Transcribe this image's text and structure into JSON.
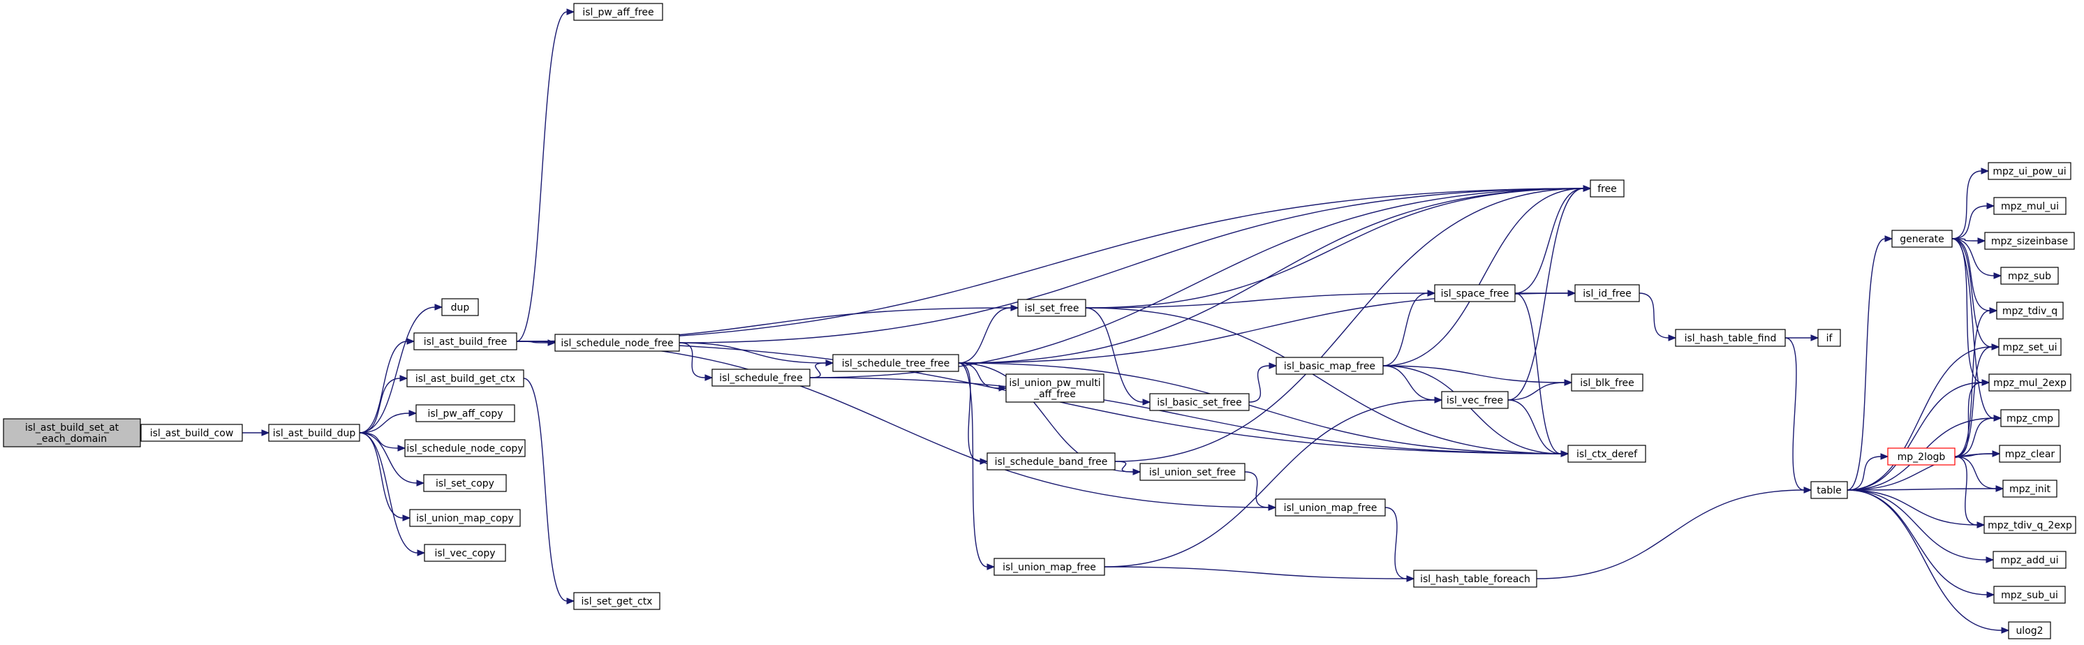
{
  "colors": {
    "edge": "#191970",
    "root_fill": "#bfbfbf",
    "node_border": "#000000",
    "truncated_border": "#ff0000"
  },
  "nodes": [
    {
      "id": "root",
      "label": [
        "isl_ast_build_set_at",
        "_each_domain"
      ],
      "style": "root"
    },
    {
      "id": "cow",
      "label": [
        "isl_ast_build_cow"
      ]
    },
    {
      "id": "dup",
      "label": [
        "isl_ast_build_dup"
      ]
    },
    {
      "id": "dupf",
      "label": [
        "dup"
      ]
    },
    {
      "id": "abfree",
      "label": [
        "isl_ast_build_free"
      ]
    },
    {
      "id": "getctx",
      "label": [
        "isl_ast_build_get_ctx"
      ]
    },
    {
      "id": "pwaffcopy",
      "label": [
        "isl_pw_aff_copy"
      ]
    },
    {
      "id": "snodecopy",
      "label": [
        "isl_schedule_node_copy"
      ]
    },
    {
      "id": "setcopy",
      "label": [
        "isl_set_copy"
      ]
    },
    {
      "id": "umapcopy",
      "label": [
        "isl_union_map_copy"
      ]
    },
    {
      "id": "veccopy",
      "label": [
        "isl_vec_copy"
      ]
    },
    {
      "id": "pwafffree",
      "label": [
        "isl_pw_aff_free"
      ]
    },
    {
      "id": "setgetctx",
      "label": [
        "isl_set_get_ctx"
      ]
    },
    {
      "id": "snodefree",
      "label": [
        "isl_schedule_node_free"
      ]
    },
    {
      "id": "schedfree",
      "label": [
        "isl_schedule_free"
      ]
    },
    {
      "id": "stfree",
      "label": [
        "isl_schedule_tree_free"
      ]
    },
    {
      "id": "setfree",
      "label": [
        "isl_set_free"
      ]
    },
    {
      "id": "upmafree",
      "label": [
        "isl_union_pw_multi",
        "_aff_free"
      ]
    },
    {
      "id": "bandfree",
      "label": [
        "isl_schedule_band_free"
      ]
    },
    {
      "id": "usetfree",
      "label": [
        "isl_union_set_free"
      ]
    },
    {
      "id": "umapfree1",
      "label": [
        "isl_union_map_free"
      ]
    },
    {
      "id": "umapfree2",
      "label": [
        "isl_union_map_free"
      ]
    },
    {
      "id": "bsetfree",
      "label": [
        "isl_basic_set_free"
      ]
    },
    {
      "id": "bmapfree",
      "label": [
        "isl_basic_map_free"
      ]
    },
    {
      "id": "free",
      "label": [
        "free"
      ]
    },
    {
      "id": "spacefree",
      "label": [
        "isl_space_free"
      ]
    },
    {
      "id": "idfree",
      "label": [
        "isl_id_free"
      ]
    },
    {
      "id": "blkfree",
      "label": [
        "isl_blk_free"
      ]
    },
    {
      "id": "vecfree",
      "label": [
        "isl_vec_free"
      ]
    },
    {
      "id": "ctxderef",
      "label": [
        "isl_ctx_deref"
      ]
    },
    {
      "id": "htforeach",
      "label": [
        "isl_hash_table_foreach"
      ]
    },
    {
      "id": "htfind",
      "label": [
        "isl_hash_table_find"
      ]
    },
    {
      "id": "iff",
      "label": [
        "if"
      ]
    },
    {
      "id": "table",
      "label": [
        "table"
      ]
    },
    {
      "id": "generate",
      "label": [
        "generate"
      ]
    },
    {
      "id": "mp2logb",
      "label": [
        "mp_2logb"
      ],
      "style": "red"
    },
    {
      "id": "powui",
      "label": [
        "mpz_ui_pow_ui"
      ]
    },
    {
      "id": "mului",
      "label": [
        "mpz_mul_ui"
      ]
    },
    {
      "id": "sizeinbase",
      "label": [
        "mpz_sizeinbase"
      ]
    },
    {
      "id": "sub",
      "label": [
        "mpz_sub"
      ]
    },
    {
      "id": "tdivq",
      "label": [
        "mpz_tdiv_q"
      ]
    },
    {
      "id": "setui",
      "label": [
        "mpz_set_ui"
      ]
    },
    {
      "id": "mul2exp",
      "label": [
        "mpz_mul_2exp"
      ]
    },
    {
      "id": "cmp",
      "label": [
        "mpz_cmp"
      ]
    },
    {
      "id": "clear",
      "label": [
        "mpz_clear"
      ]
    },
    {
      "id": "init",
      "label": [
        "mpz_init"
      ]
    },
    {
      "id": "tdivq2exp",
      "label": [
        "mpz_tdiv_q_2exp"
      ]
    },
    {
      "id": "addui",
      "label": [
        "mpz_add_ui"
      ]
    },
    {
      "id": "subui",
      "label": [
        "mpz_sub_ui"
      ]
    },
    {
      "id": "ulog2",
      "label": [
        "ulog2"
      ]
    }
  ],
  "edges": [
    [
      "root",
      "cow"
    ],
    [
      "cow",
      "dup"
    ],
    [
      "dup",
      "dupf"
    ],
    [
      "dup",
      "abfree"
    ],
    [
      "dup",
      "getctx"
    ],
    [
      "dup",
      "pwaffcopy"
    ],
    [
      "dup",
      "snodecopy"
    ],
    [
      "dup",
      "setcopy"
    ],
    [
      "dup",
      "umapcopy"
    ],
    [
      "dup",
      "veccopy"
    ],
    [
      "abfree",
      "pwafffree"
    ],
    [
      "abfree",
      "free"
    ],
    [
      "abfree",
      "snodefree"
    ],
    [
      "abfree",
      "setfree"
    ],
    [
      "abfree",
      "umapfree2"
    ],
    [
      "abfree",
      "ctxderef"
    ],
    [
      "getctx",
      "setgetctx"
    ],
    [
      "snodefree",
      "free"
    ],
    [
      "snodefree",
      "schedfree"
    ],
    [
      "snodefree",
      "stfree"
    ],
    [
      "schedfree",
      "free"
    ],
    [
      "schedfree",
      "stfree"
    ],
    [
      "schedfree",
      "ctxderef"
    ],
    [
      "stfree",
      "free"
    ],
    [
      "stfree",
      "setfree"
    ],
    [
      "stfree",
      "upmafree"
    ],
    [
      "stfree",
      "bandfree"
    ],
    [
      "stfree",
      "usetfree"
    ],
    [
      "stfree",
      "umapfree1"
    ],
    [
      "stfree",
      "idfree"
    ],
    [
      "stfree",
      "ctxderef"
    ],
    [
      "setfree",
      "free"
    ],
    [
      "setfree",
      "bsetfree"
    ],
    [
      "setfree",
      "spacefree"
    ],
    [
      "setfree",
      "ctxderef"
    ],
    [
      "bandfree",
      "free"
    ],
    [
      "bandfree",
      "usetfree"
    ],
    [
      "usetfree",
      "umapfree2"
    ],
    [
      "umapfree2",
      "htforeach"
    ],
    [
      "umapfree1",
      "vecfree"
    ],
    [
      "umapfree1",
      "htforeach"
    ],
    [
      "bsetfree",
      "bmapfree"
    ],
    [
      "bmapfree",
      "free"
    ],
    [
      "bmapfree",
      "spacefree"
    ],
    [
      "bmapfree",
      "vecfree"
    ],
    [
      "bmapfree",
      "blkfree"
    ],
    [
      "bmapfree",
      "ctxderef"
    ],
    [
      "spacefree",
      "free"
    ],
    [
      "spacefree",
      "idfree"
    ],
    [
      "spacefree",
      "ctxderef"
    ],
    [
      "vecfree",
      "free"
    ],
    [
      "vecfree",
      "blkfree"
    ],
    [
      "vecfree",
      "ctxderef"
    ],
    [
      "idfree",
      "htfind"
    ],
    [
      "htfind",
      "iff"
    ],
    [
      "htfind",
      "table"
    ],
    [
      "htforeach",
      "table"
    ],
    [
      "table",
      "generate"
    ],
    [
      "table",
      "setui"
    ],
    [
      "table",
      "mp2logb"
    ],
    [
      "table",
      "mul2exp"
    ],
    [
      "table",
      "cmp"
    ],
    [
      "table",
      "clear"
    ],
    [
      "table",
      "init"
    ],
    [
      "table",
      "tdivq2exp"
    ],
    [
      "table",
      "addui"
    ],
    [
      "table",
      "subui"
    ],
    [
      "table",
      "ulog2"
    ],
    [
      "generate",
      "powui"
    ],
    [
      "generate",
      "mului"
    ],
    [
      "generate",
      "sizeinbase"
    ],
    [
      "generate",
      "sub"
    ],
    [
      "generate",
      "tdivq"
    ],
    [
      "generate",
      "setui"
    ],
    [
      "generate",
      "mul2exp"
    ],
    [
      "generate",
      "cmp"
    ],
    [
      "mp2logb",
      "setui"
    ],
    [
      "mp2logb",
      "mul2exp"
    ],
    [
      "mp2logb",
      "tdivq"
    ],
    [
      "mp2logb",
      "cmp"
    ],
    [
      "mp2logb",
      "clear"
    ],
    [
      "mp2logb",
      "init"
    ],
    [
      "mp2logb",
      "tdivq2exp"
    ]
  ]
}
